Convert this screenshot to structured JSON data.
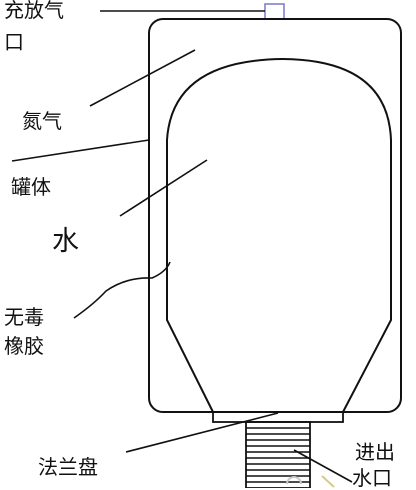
{
  "labels": {
    "charge_valve_line1": "充放气",
    "charge_valve_line2": "口",
    "nitrogen": "氮气",
    "tank_body": "罐体",
    "water": "水",
    "rubber_line1": "无毒",
    "rubber_line2": "橡胶",
    "flange": "法兰盘",
    "inlet_outlet_line1": "进出",
    "inlet_outlet_line2": "水口"
  },
  "colors": {
    "stroke": "#111111",
    "valve": "#8080d0",
    "background": "#ffffff"
  }
}
